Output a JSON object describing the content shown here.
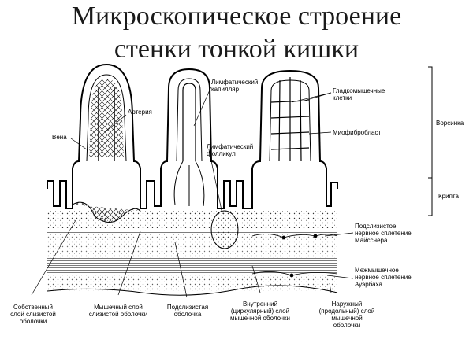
{
  "title": {
    "line1": "Микроскопическое строение",
    "line2": "стенки тонкой кишки"
  },
  "labels": {
    "artery": "Артерия",
    "vein": "Вена",
    "lymph_capillary": "Лимфатический\nкапилляр",
    "lymph_follicle": "Лимфатический\nфолликул",
    "smooth_muscle": "Гладкомышечные\nклетки",
    "myofibroblast": "Миофибробласт",
    "villus": "Ворсинка",
    "crypt": "Крипта",
    "meissner": "Подслизистое\nнервное сплетение\nМайсснера",
    "auerbach": "Межмышечное\nнервное сплетение\nАуэрбаха",
    "lamina_propria": "Собственный\nслой слизистой\nоболочки",
    "muscularis_mucosae": "Мышечный слой\nслизистой оболочки",
    "submucosa": "Подслизистая\nоболочка",
    "inner_muscle": "Внутренний\n(циркулярный) слой\nмышечной оболочки",
    "outer_muscle": "Наружный\n(продольный) слой мышечной\nоболочки"
  }
}
